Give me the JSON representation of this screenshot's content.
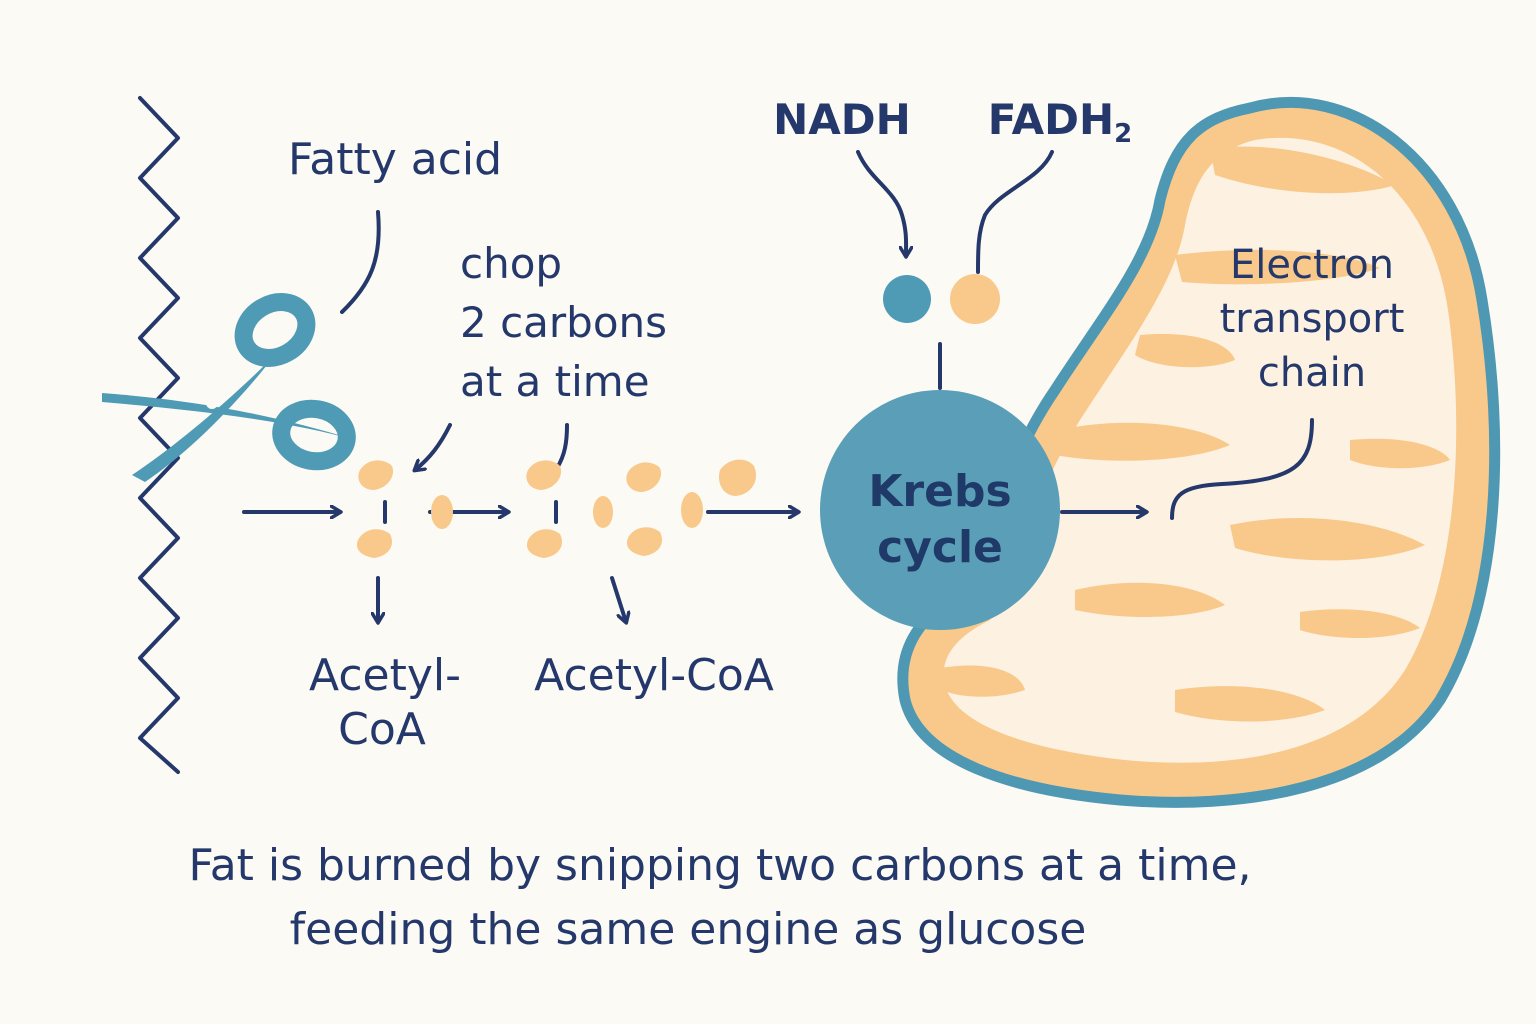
{
  "labels": {
    "fatty_acid": "Fatty acid",
    "chop_line1": "chop",
    "chop_line2": "2 carbons",
    "chop_line3": "at a time",
    "acetyl_coa_1_line1": "Acetyl-",
    "acetyl_coa_1_line2": "CoA",
    "acetyl_coa_2": "Acetyl-CoA",
    "nadh": "NADH",
    "fadh2": "FADH",
    "fadh2_subscript": "2",
    "krebs_line1": "Krebs",
    "krebs_line2": "cycle",
    "etc_line1": "Electron",
    "etc_line2": "transport",
    "etc_line3": "chain"
  },
  "caption": {
    "line1": "Fat is burned by snipping two carbons at a time,",
    "line2": "feeding the same engine as glucose"
  },
  "colors": {
    "ink": "#25386b",
    "teal": "#4f9bb6",
    "mito_outline": "#4e98b3",
    "mito_orange": "#f8c98a",
    "mito_cream": "#fdf1e2",
    "background": "#fcfaf4"
  },
  "icons": {
    "scissors": "scissors-icon"
  }
}
